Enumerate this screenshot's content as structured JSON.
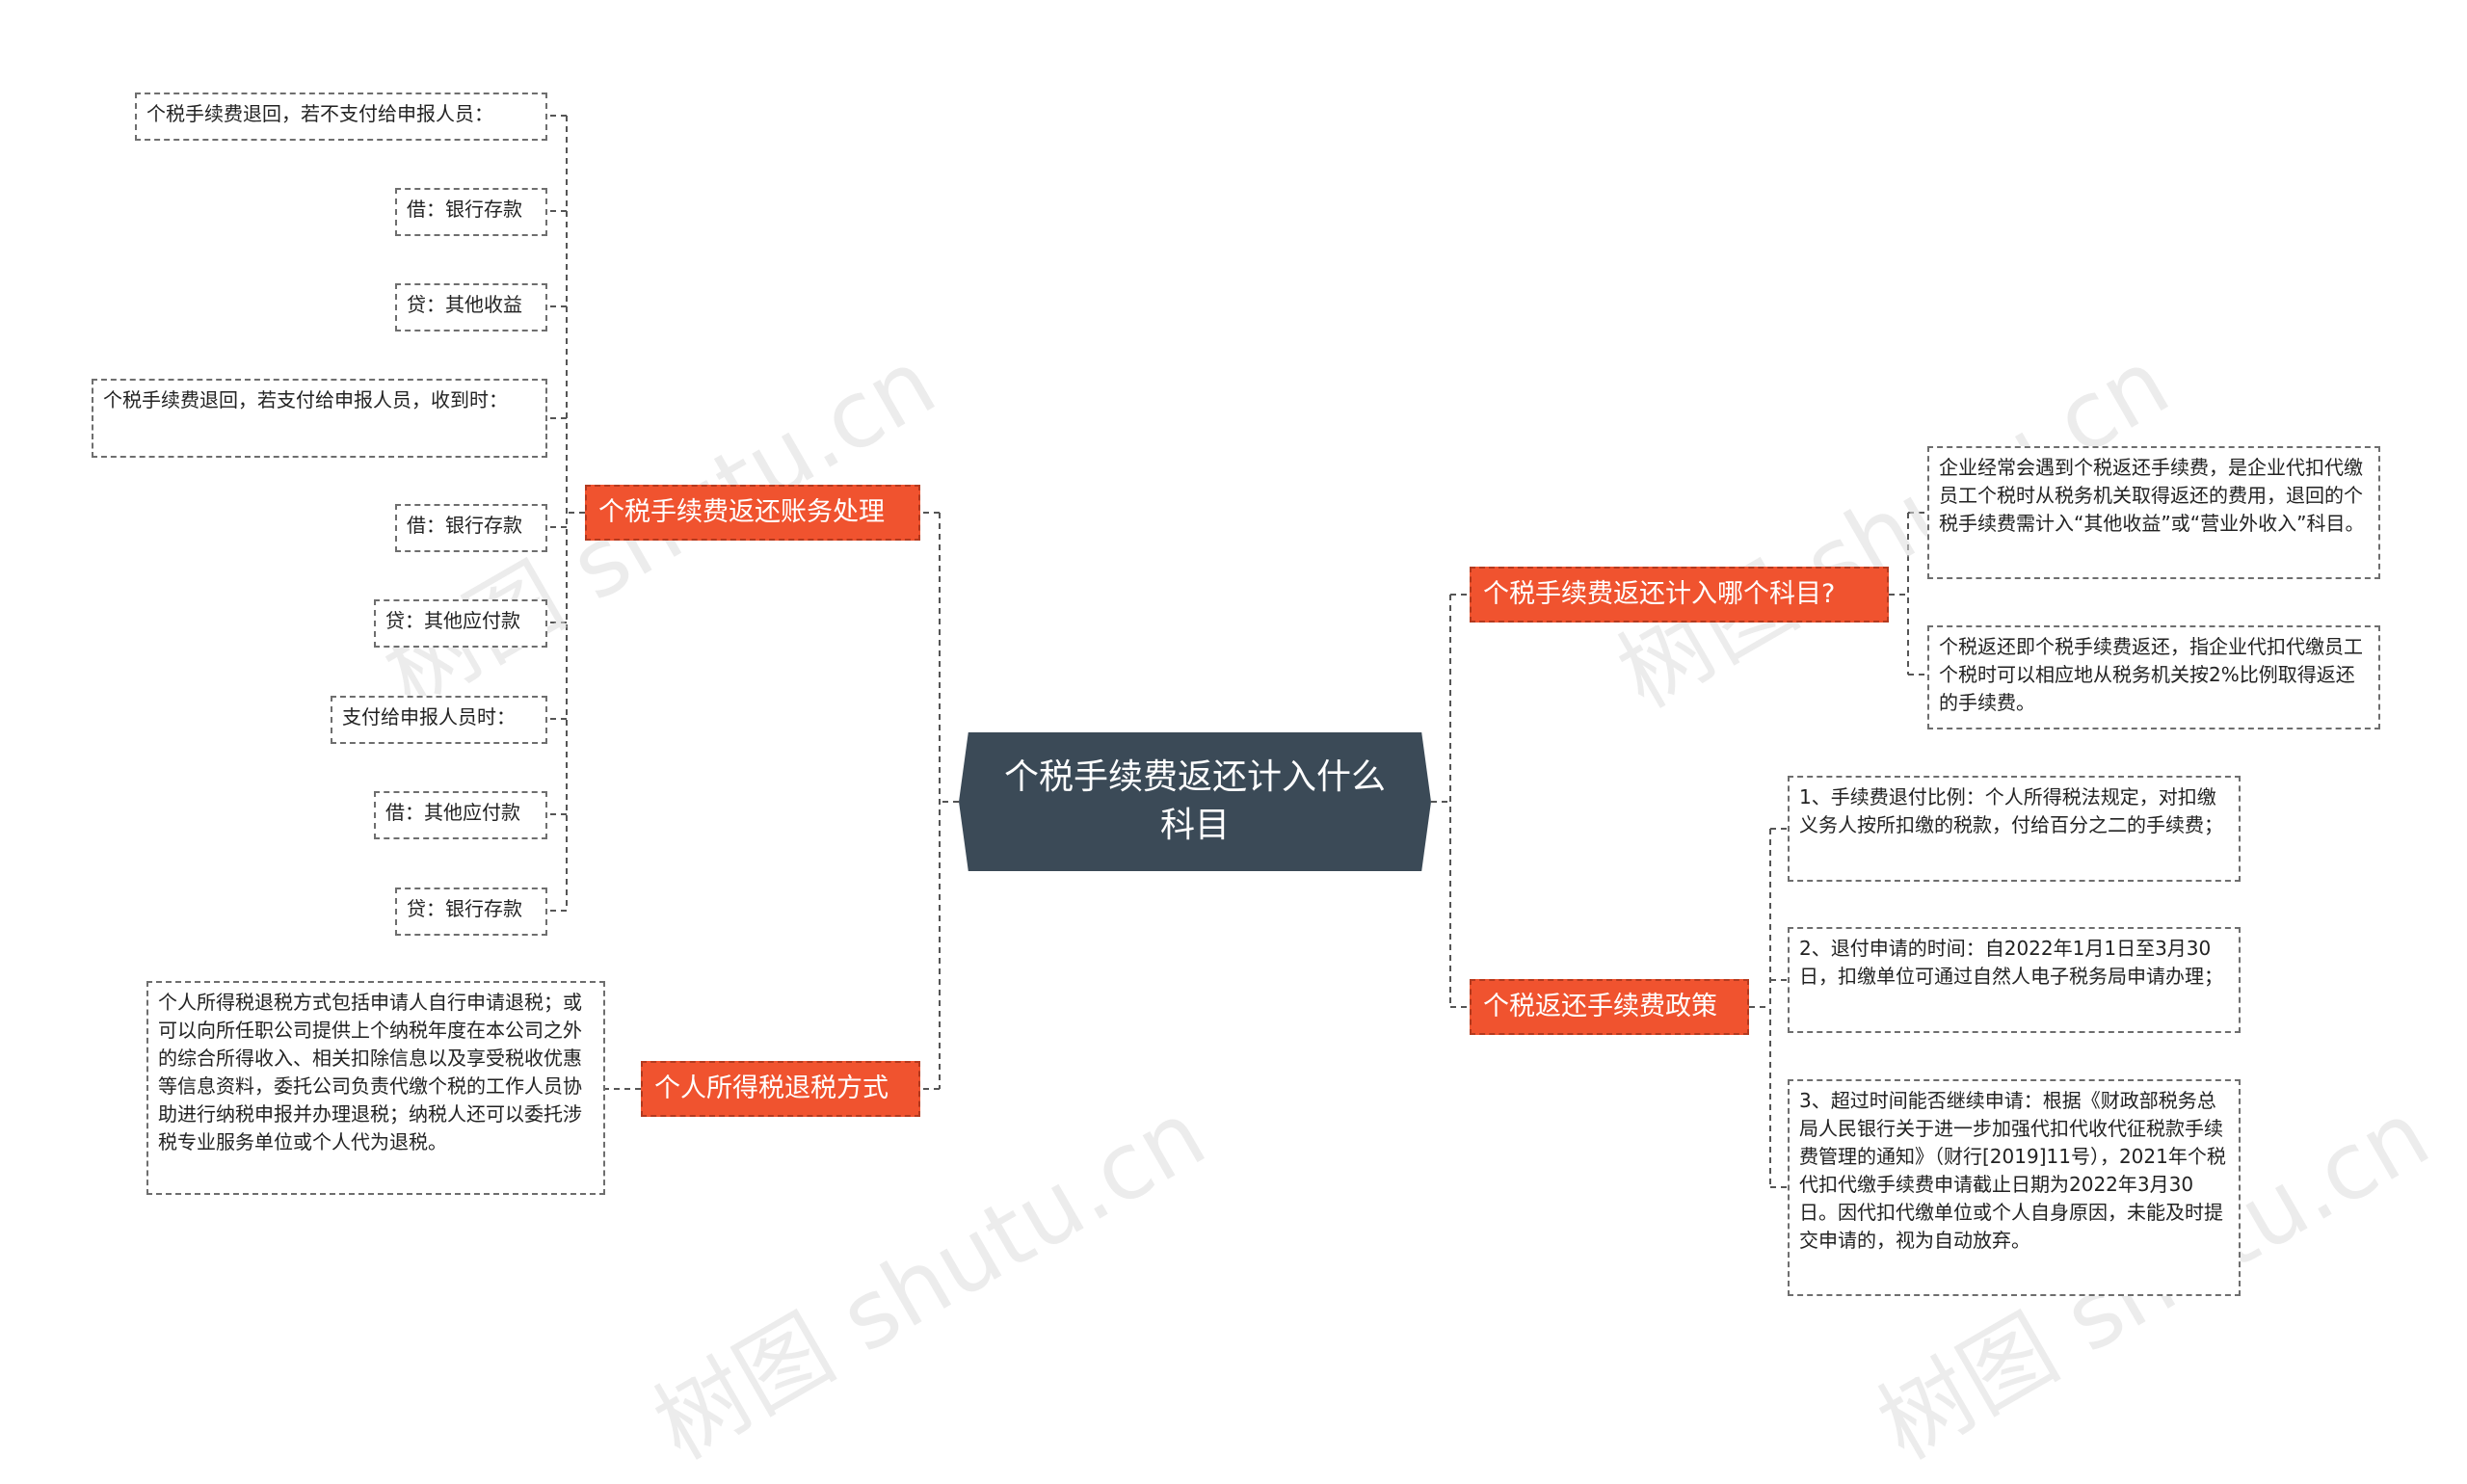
{
  "root": {
    "label": "个税手续费返还计入什么科目"
  },
  "branches": {
    "accounting": {
      "label": "个税手续费返还账务处理"
    },
    "refund_method": {
      "label": "个人所得税退税方式"
    },
    "account_subject": {
      "label": "个税手续费返还计入哪个科目?"
    },
    "policy": {
      "label": "个税返还手续费政策"
    }
  },
  "leaves": {
    "a1": "个税手续费退回，若不支付给申报人员：",
    "a2": "借：银行存款",
    "a3": "贷：其他收益",
    "a4": "个税手续费退回，若支付给申报人员，收到时：",
    "a5": "借：银行存款",
    "a6": "贷：其他应付款",
    "a7": "支付给申报人员时：",
    "a8": "借：其他应付款",
    "a9": "贷：银行存款",
    "r1": "个人所得税退税方式包括申请人自行申请退税；或可以向所任职公司提供上个纳税年度在本公司之外的综合所得收入、相关扣除信息以及享受税收优惠等信息资料，委托公司负责代缴个税的工作人员协助进行纳税申报并办理退税；纳税人还可以委托涉税专业服务单位或个人代为退税。",
    "s1": "企业经常会遇到个税返还手续费，是企业代扣代缴员工个税时从税务机关取得返还的费用，退回的个税手续费需计入“其他收益”或“营业外收入”科目。",
    "s2": "个税返还即个税手续费返还，指企业代扣代缴员工个税时可以相应地从税务机关按2%比例取得返还的手续费。",
    "p1": "1、手续费退付比例：个人所得税法规定，对扣缴义务人按所扣缴的税款，付给百分之二的手续费；",
    "p2": "2、退付申请的时间：自2022年1月1日至3月30日，扣缴单位可通过自然人电子税务局申请办理；",
    "p3": "3、超过时间能否继续申请：根据《财政部税务总局人民银行关于进一步加强代扣代收代征税款手续费管理的通知》（财行[2019]11号），2021年个税代扣代缴手续费申请截止日期为2022年3月30日。因代扣代缴单位或个人自身原因，未能及时提交申请的，视为自动放弃。"
  },
  "watermark": "树图 shutu.cn",
  "colors": {
    "root": "#3b4a57",
    "branch": "#f0532f",
    "line": "#555555"
  }
}
